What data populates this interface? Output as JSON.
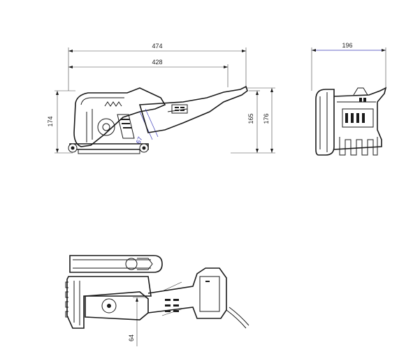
{
  "dimensions": {
    "length_overall": "474",
    "length_body": "428",
    "width": "196",
    "height_overall": "174",
    "height_165": "165",
    "height_176": "176",
    "groove_depth": "67",
    "height_top": "64"
  },
  "colors": {
    "line": "#1a1a1a",
    "dimension": "#444444",
    "dimension_accent": "#3a3ab8",
    "background": "#ffffff"
  }
}
